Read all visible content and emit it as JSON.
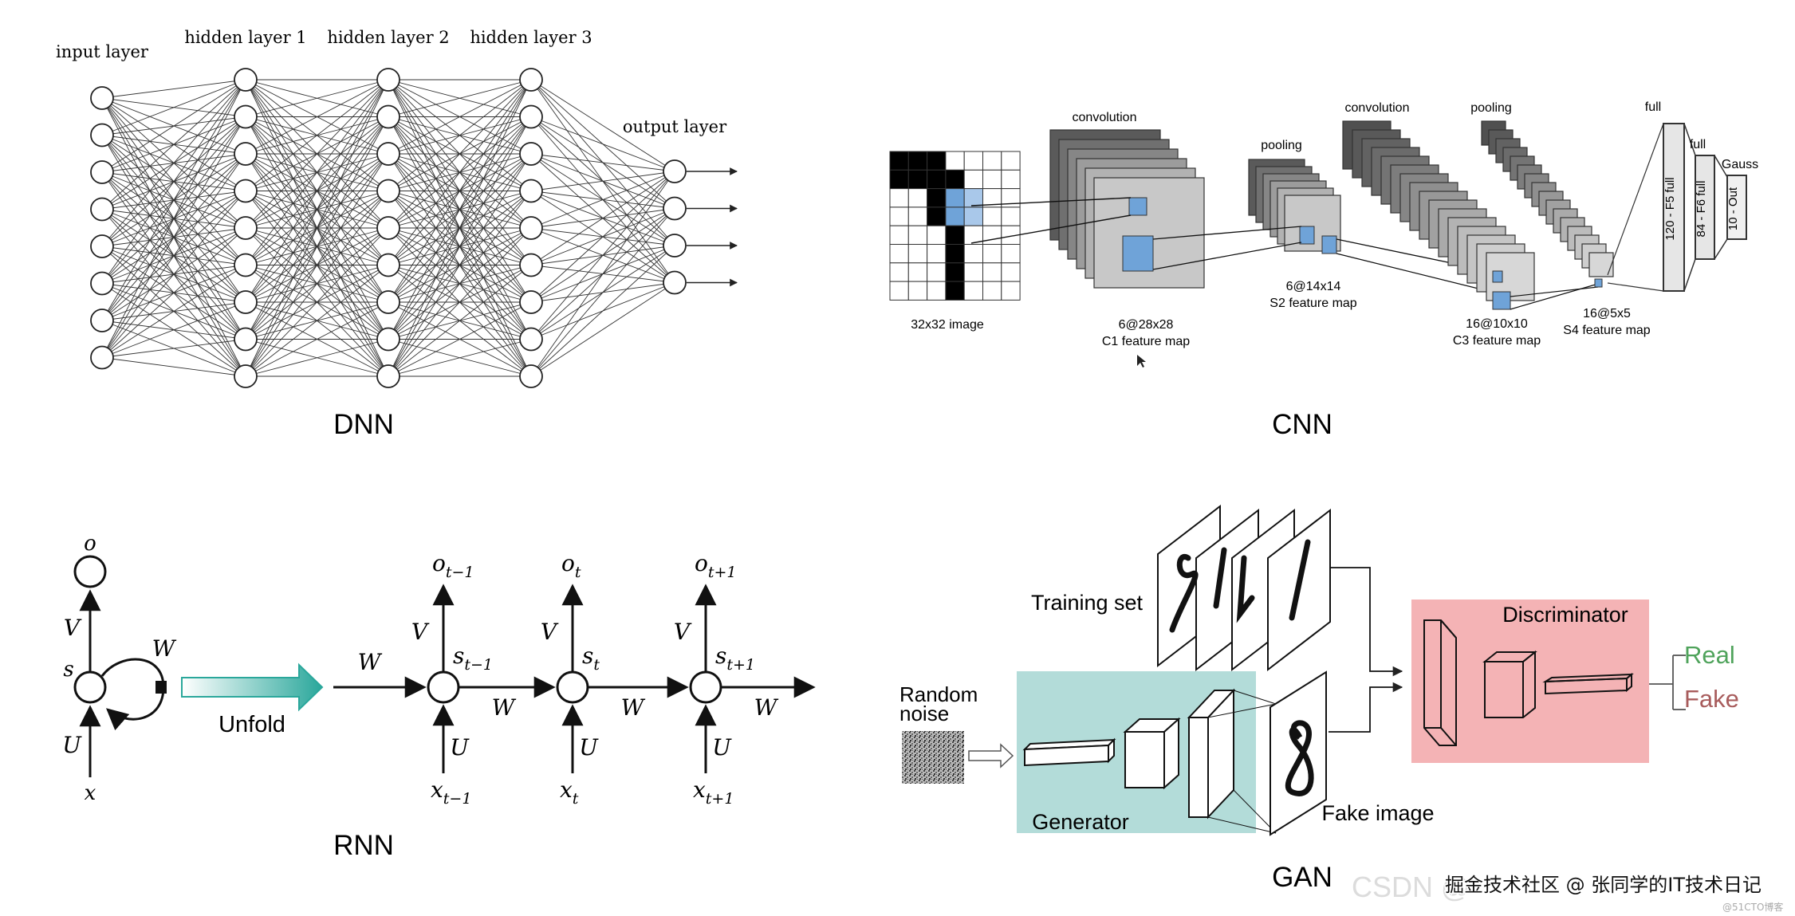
{
  "dnn": {
    "caption": "DNN",
    "labels": {
      "input": "input layer",
      "hidden1": "hidden layer 1",
      "hidden2": "hidden layer 2",
      "hidden3": "hidden layer 3",
      "output": "output layer"
    },
    "layer_sizes": [
      8,
      9,
      9,
      9,
      4
    ]
  },
  "cnn": {
    "caption": "CNN",
    "labels": {
      "image": "32x32 image",
      "conv1": "convolution",
      "c1_size": "6@28x28",
      "c1_name": "C1 feature map",
      "pool1": "pooling",
      "s2_size": "6@14x14",
      "s2_name": "S2 feature map",
      "conv2": "convolution",
      "c3_size": "16@10x10",
      "c3_name": "C3 feature map",
      "pool2": "pooling",
      "s4_size": "16@5x5",
      "s4_name": "S4 feature map",
      "full1": "full",
      "full2": "full",
      "gauss": "Gauss",
      "f5": "120 - F5 full",
      "f6": "84 - F6 full",
      "out": "10 - Out"
    }
  },
  "rnn": {
    "caption": "RNN",
    "unfold": "Unfold",
    "weights": {
      "u": "U",
      "v": "V",
      "w": "W"
    },
    "folded": {
      "o": "o",
      "s": "s",
      "x": "x"
    },
    "steps": [
      {
        "o": "o",
        "o_sub": "t−1",
        "s": "s",
        "s_sub": "t−1",
        "x": "x",
        "x_sub": "t−1"
      },
      {
        "o": "o",
        "o_sub": "t",
        "s": "s",
        "s_sub": "t",
        "x": "x",
        "x_sub": "t"
      },
      {
        "o": "o",
        "o_sub": "t+1",
        "s": "s",
        "s_sub": "t+1",
        "x": "x",
        "x_sub": "t+1"
      }
    ]
  },
  "gan": {
    "caption": "GAN",
    "training_set": "Training set",
    "random_noise_1": "Random",
    "random_noise_2": "noise",
    "generator": "Generator",
    "fake_image": "Fake image",
    "discriminator": "Discriminator",
    "real": "Real",
    "fake": "Fake",
    "colors": {
      "generator_bg": "#b3dcd9",
      "discriminator_bg": "#f4b3b5",
      "real": "#4fa35b",
      "fake": "#a85c5c"
    }
  },
  "watermark": {
    "csdn": "CSDN @",
    "text": "掘金技术社区 @ 张同学的IT技术日记",
    "small": "@51CTO博客"
  }
}
